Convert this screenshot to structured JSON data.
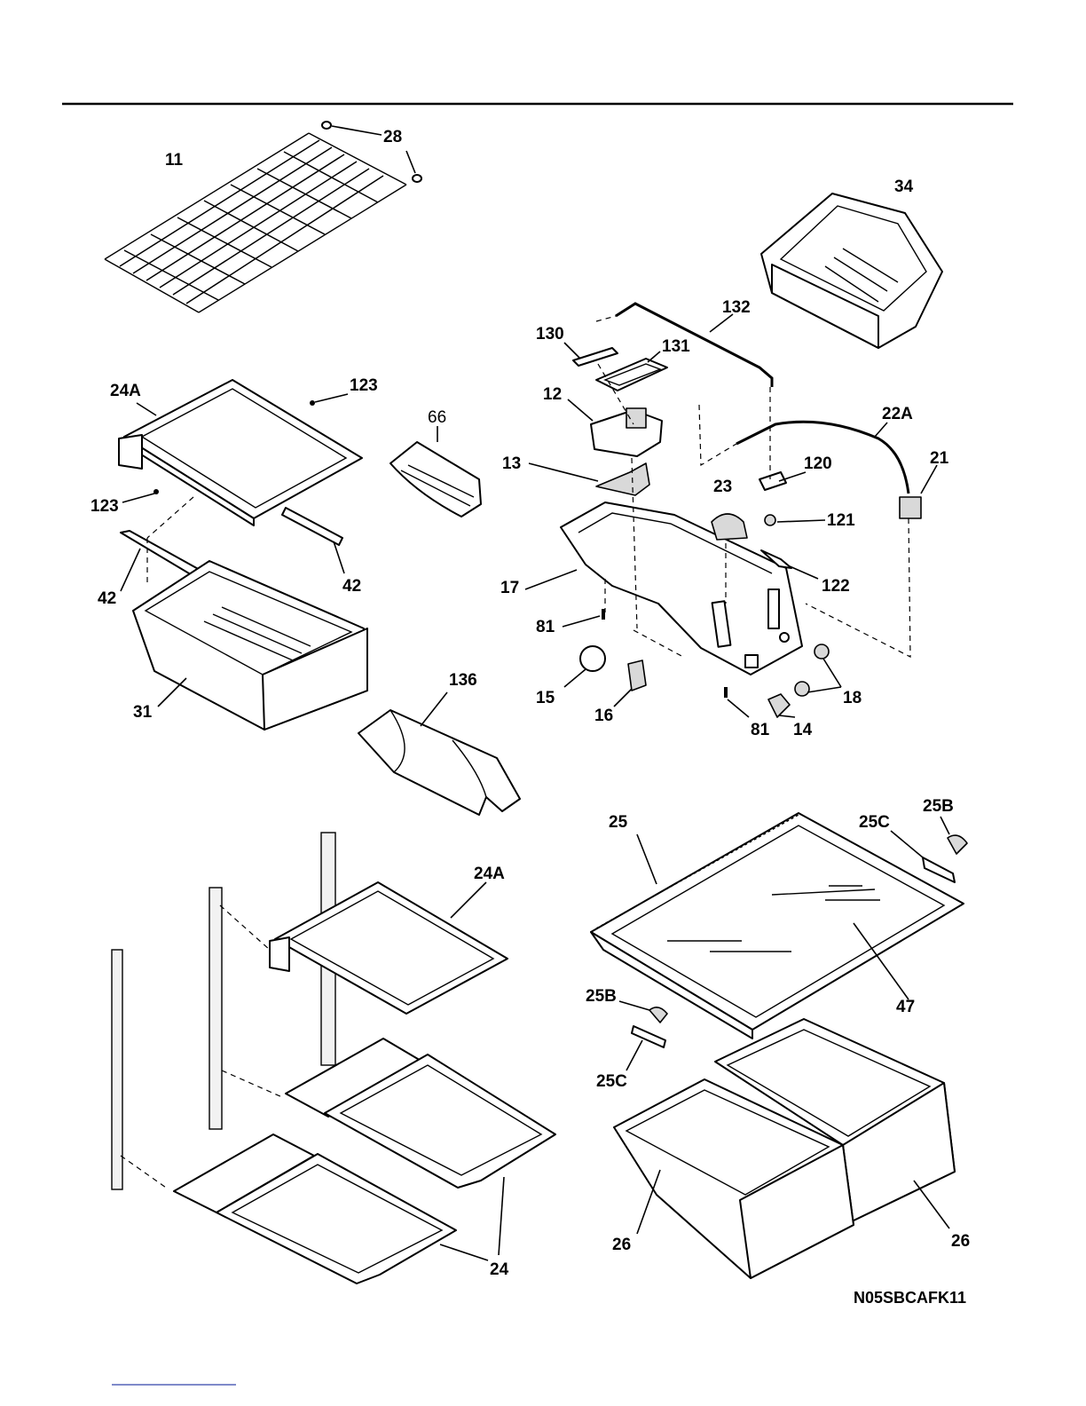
{
  "diagram_code": "N05SBCAFK11",
  "callouts": {
    "c11": "11",
    "c28": "28",
    "c34": "34",
    "c132": "132",
    "c130": "130",
    "c131": "131",
    "c24A_top": "24A",
    "c123_top": "123",
    "c66": "66",
    "c12": "12",
    "c22A": "22A",
    "c120": "120",
    "c21": "21",
    "c13": "13",
    "c23": "23",
    "c123_left": "123",
    "c121": "121",
    "c42_right": "42",
    "c42_left": "42",
    "c122": "122",
    "c17": "17",
    "c81_top": "81",
    "c136": "136",
    "c15": "15",
    "c16": "16",
    "c18": "18",
    "c31": "31",
    "c81_bottom": "81",
    "c14": "14",
    "c25B_top": "25B",
    "c25": "25",
    "c25C_top": "25C",
    "c24A_mid": "24A",
    "c47": "47",
    "c25B_bottom": "25B",
    "c25C_bottom": "25C",
    "c26_left": "26",
    "c26_right": "26",
    "c24": "24"
  }
}
